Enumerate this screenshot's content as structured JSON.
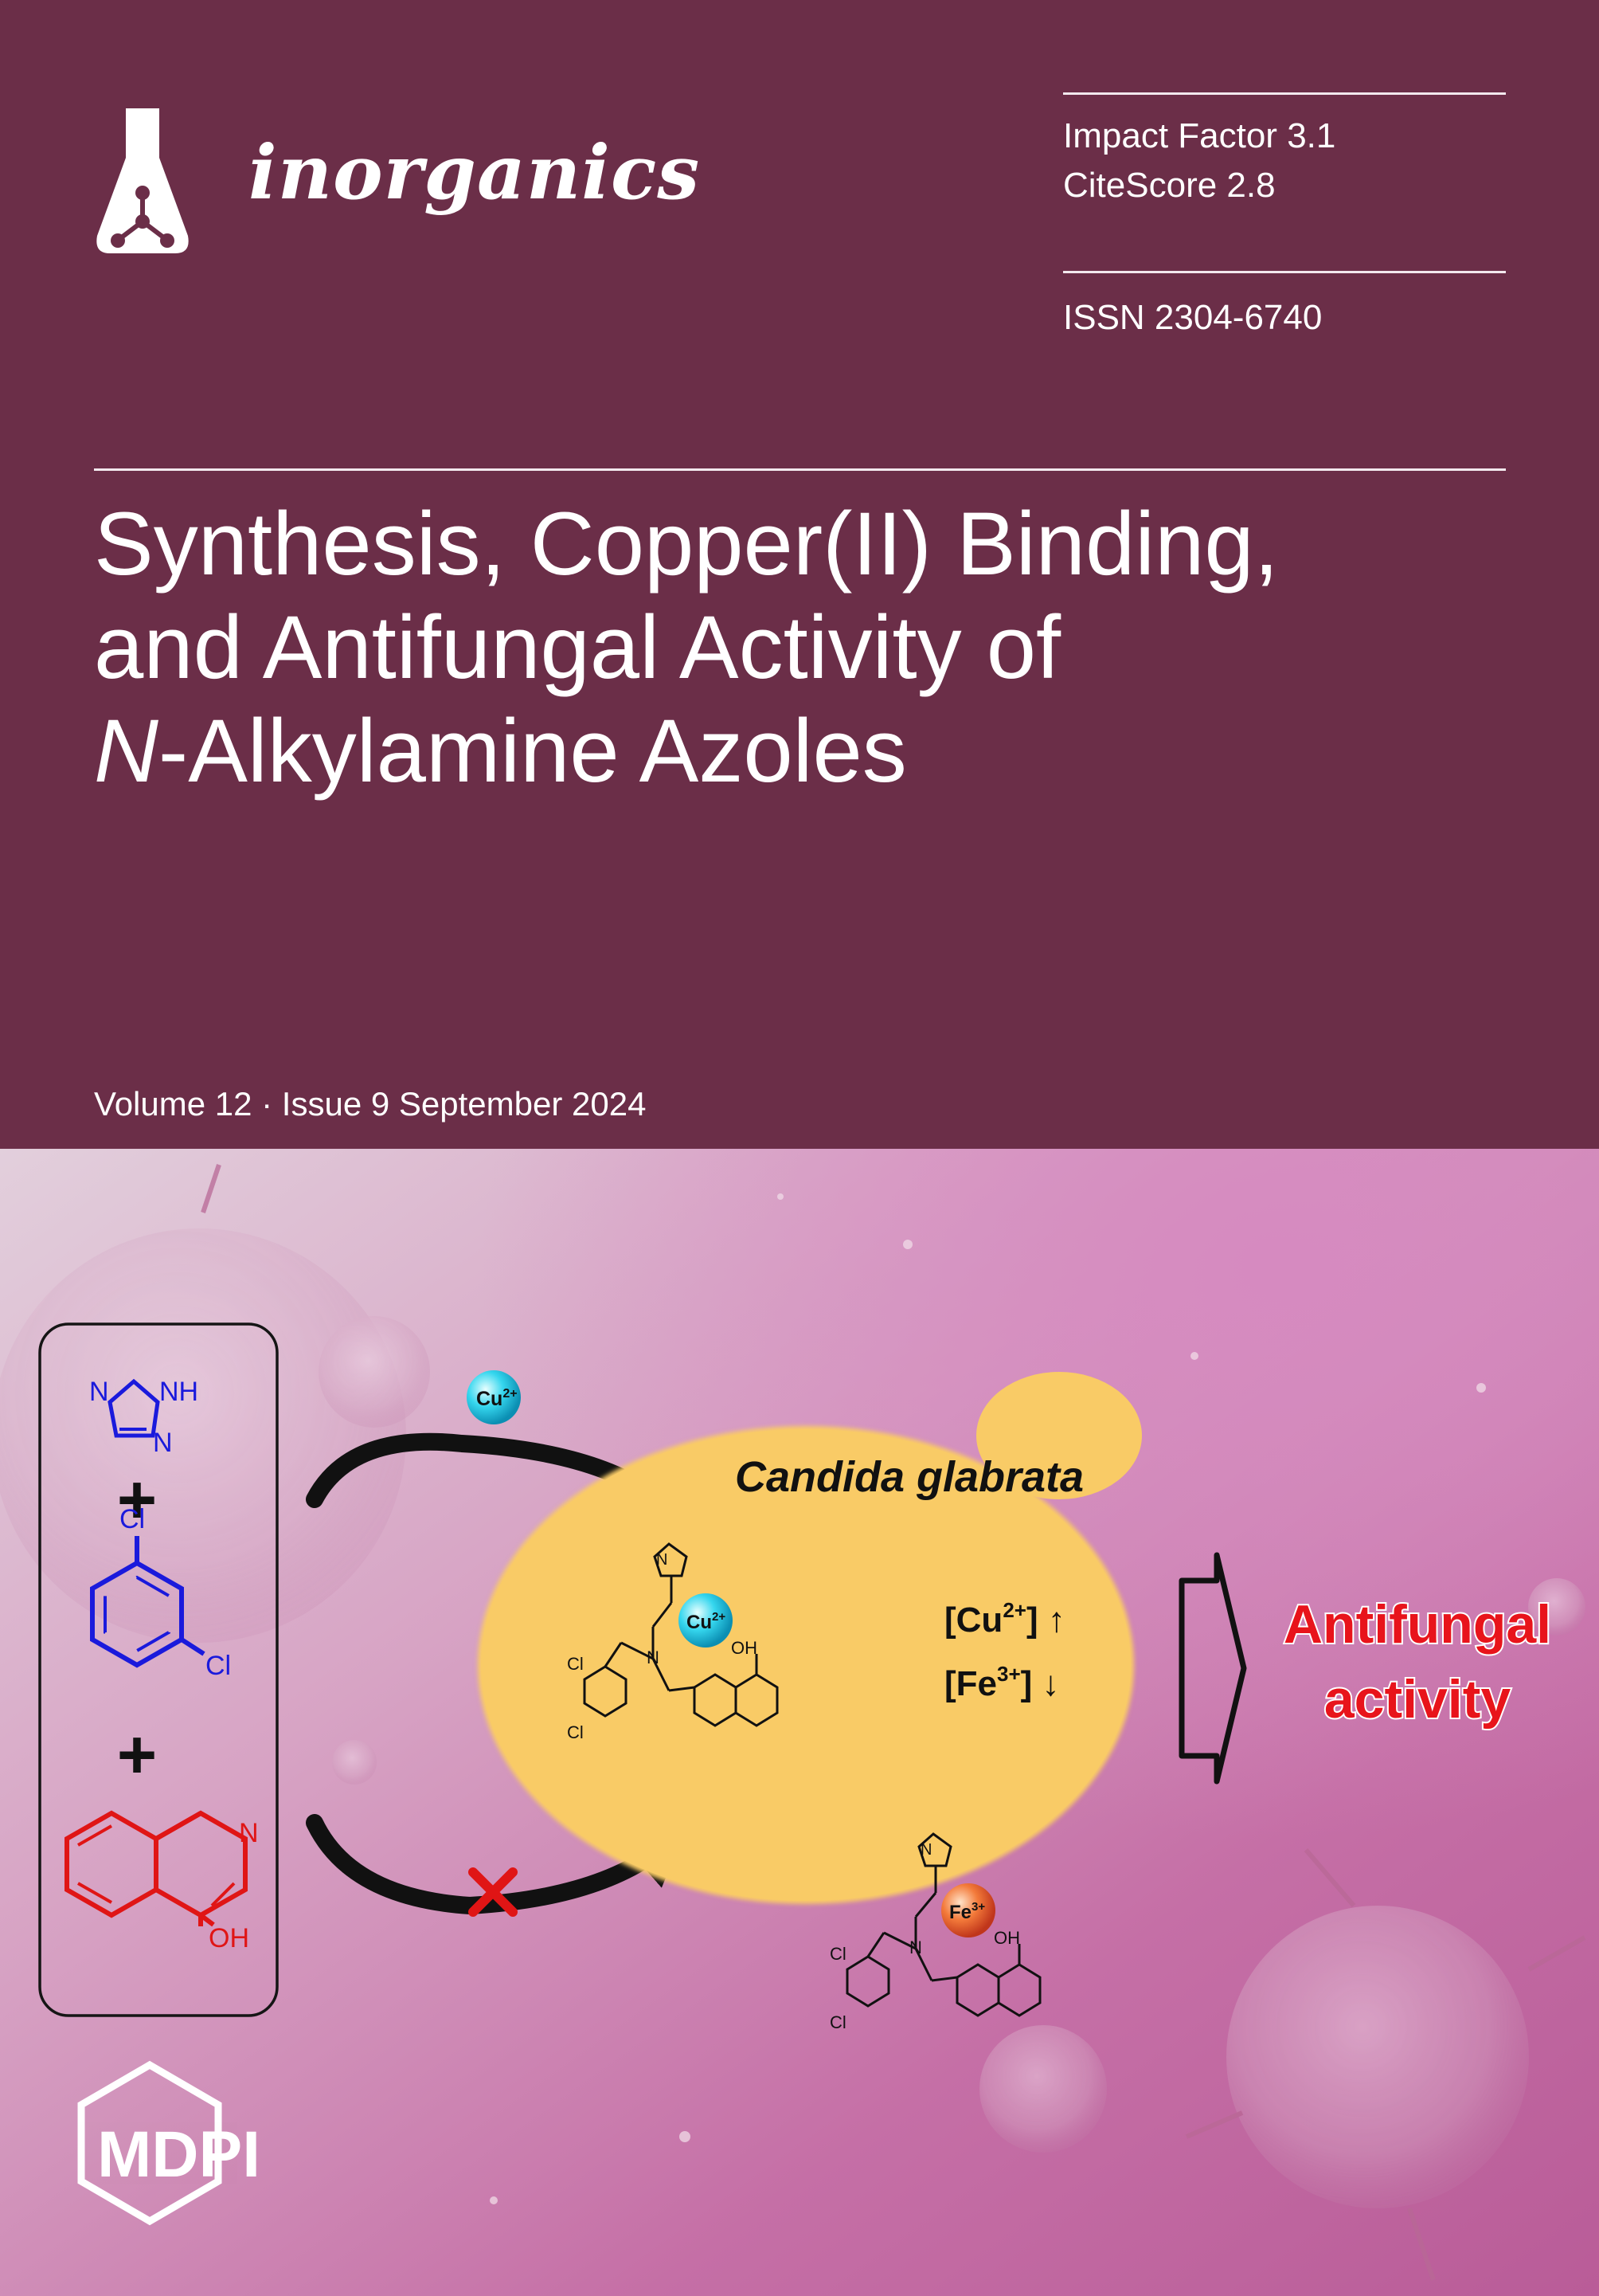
{
  "journal": {
    "name": "inorganics",
    "impact_factor": "Impact Factor 3.1",
    "citescore": "CiteScore 2.8",
    "issn": "ISSN 2304-6740"
  },
  "article": {
    "title_line1": "Synthesis, Copper(II) Binding,",
    "title_line2": "and Antifungal Activity of",
    "title_line3_italic": "N",
    "title_line3_rest": "-Alkylamine Azoles"
  },
  "issue": {
    "volume_text": "Volume 12 · Issue 9 September 2024"
  },
  "graphic": {
    "organism": "Candida glabrata",
    "triazole_n_label": "N",
    "triazole_nh_label": "NH",
    "triazole_n2_label": "N",
    "plus_sign": "+",
    "cl_label": "Cl",
    "quinoline_n_label": "N",
    "quinoline_oh_label": "OH",
    "cu_ion_label": "Cu",
    "cu_ion_charge": "2+",
    "fe_ion_label": "Fe",
    "fe_ion_charge": "3+",
    "cu_level_text": "[Cu",
    "cu_level_close": "] ↑",
    "fe_level_text": "[Fe",
    "fe_level_close": "] ↓",
    "result_line1": "Antifungal",
    "result_line2": "activity",
    "small_n_label": "N"
  },
  "publisher": {
    "name": "MDPI"
  },
  "colors": {
    "band": "#6b2e48",
    "blue_structure": "#1a1adc",
    "red_structure": "#e01515",
    "cell": "#f9cb66",
    "result_text": "#e8141b"
  }
}
